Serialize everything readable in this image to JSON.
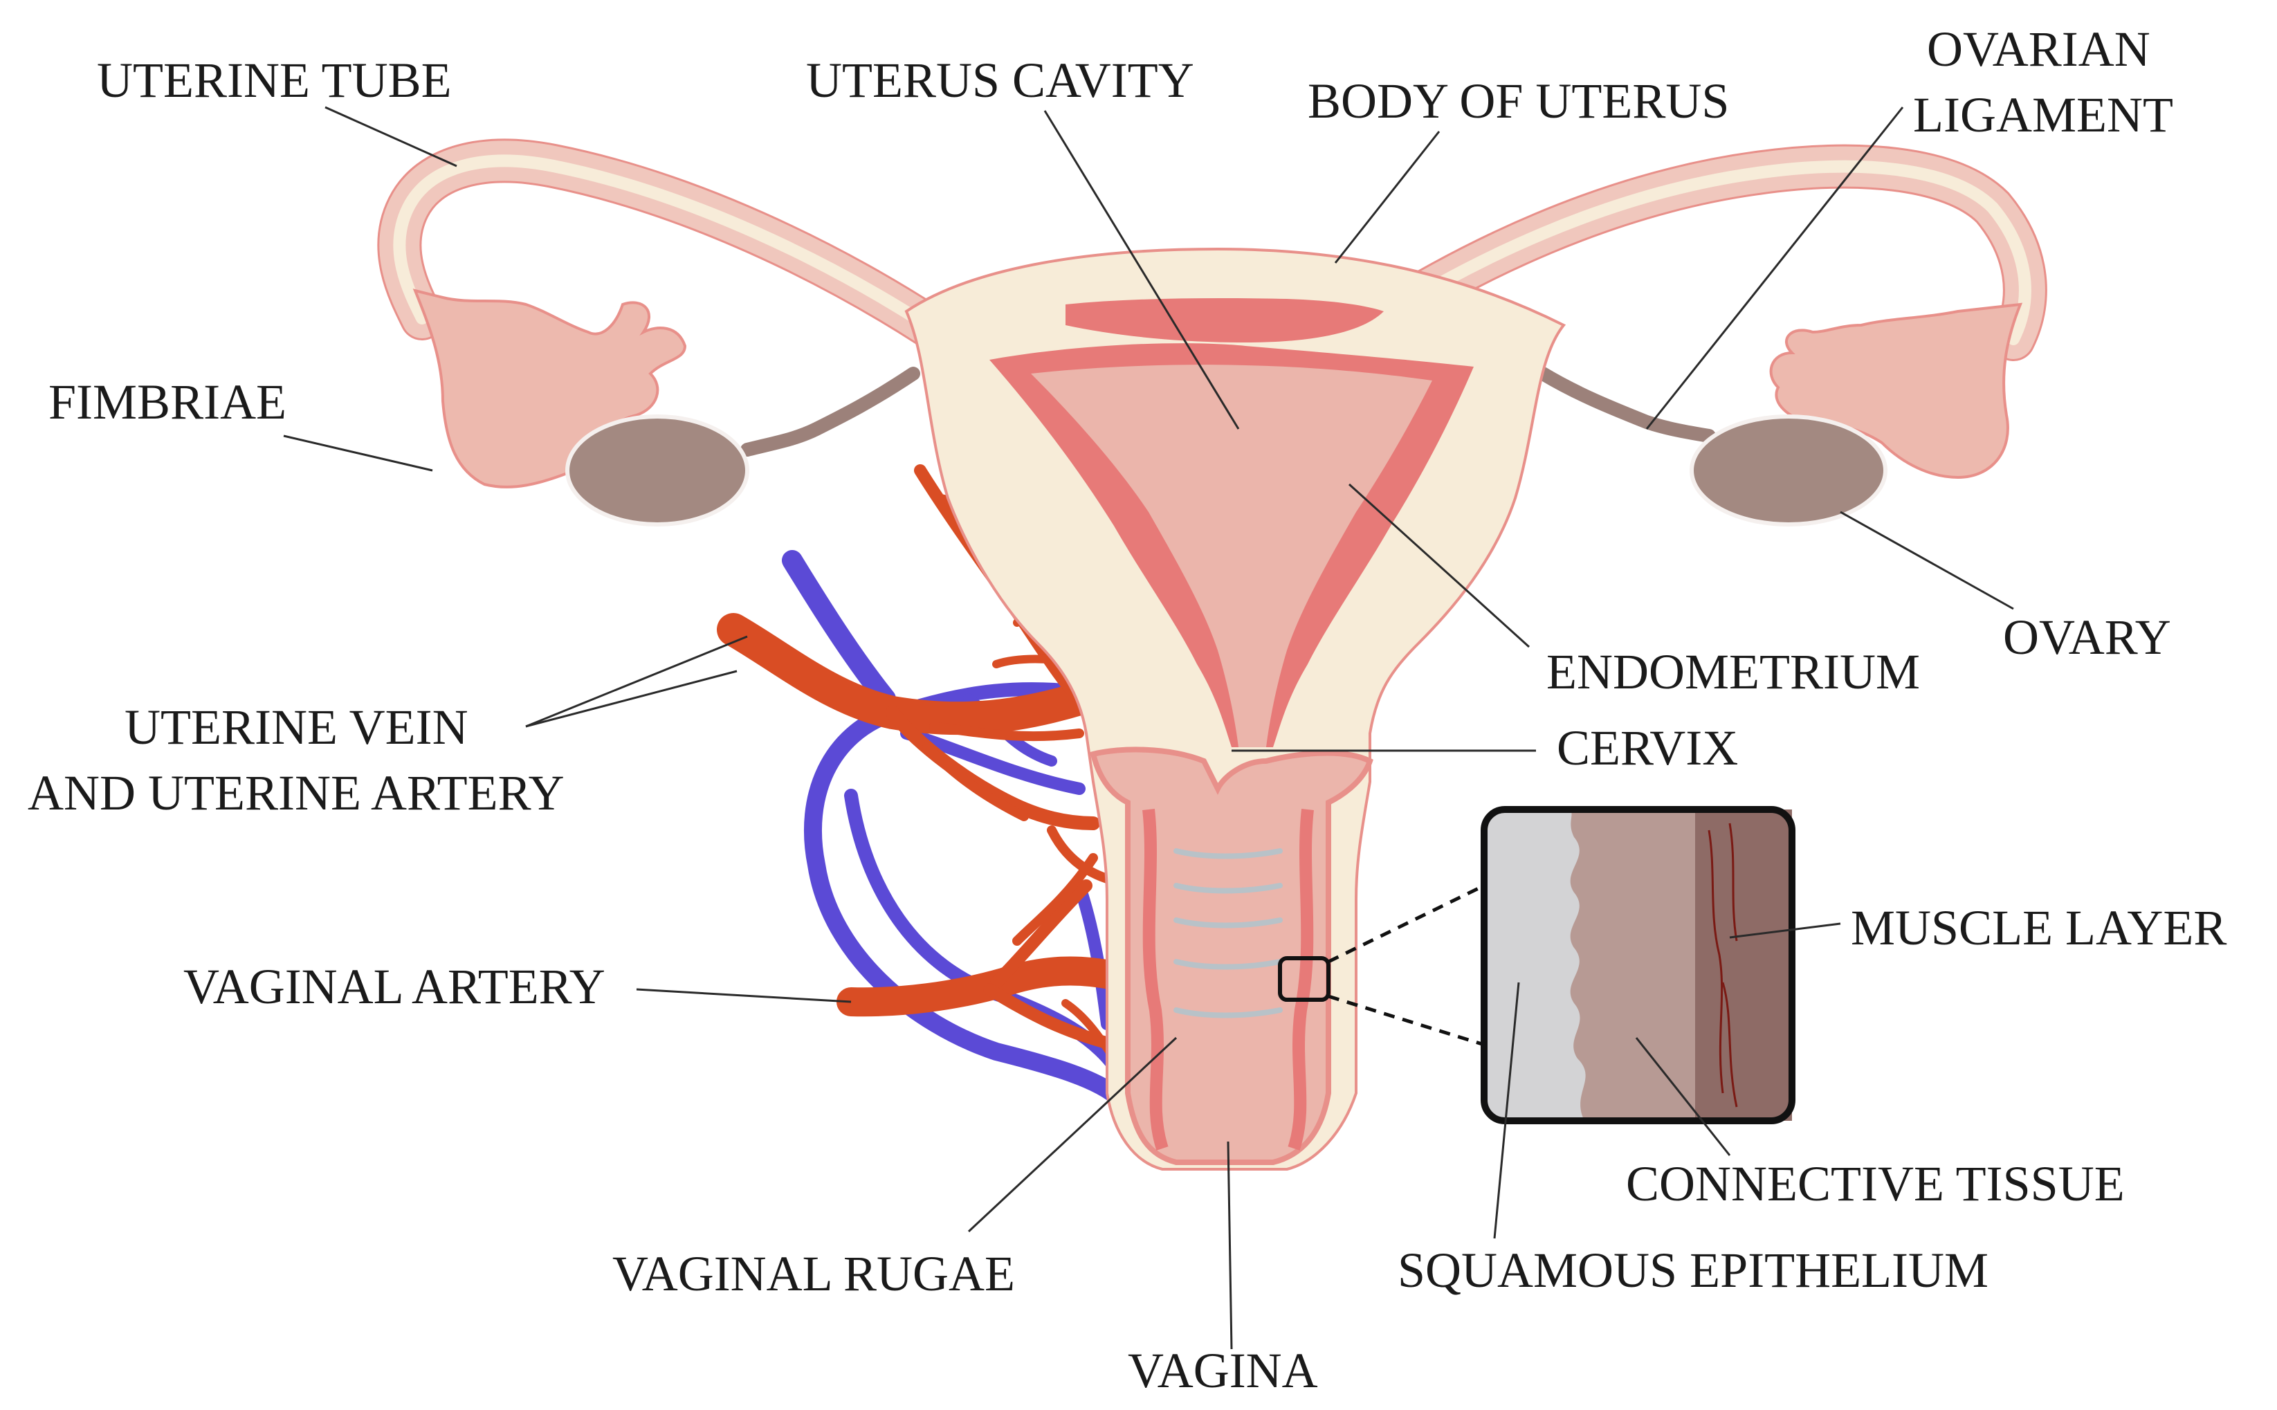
{
  "labels": {
    "uterine_tube": "UTERINE TUBE",
    "uterus_cavity": "UTERUS CAVITY",
    "body_of_uterus": "BODY OF UTERUS",
    "ovarian_ligament_1": "OVARIAN",
    "ovarian_ligament_2": "LIGAMENT",
    "fimbriae": "FIMBRIAE",
    "ovary": "OVARY",
    "endometrium": "ENDOMETRIUM",
    "uterine_vessels_1": "UTERINE VEIN",
    "uterine_vessels_2": "AND UTERINE ARTERY",
    "cervix": "CERVIX",
    "muscle_layer": "MUSCLE LAYER",
    "vaginal_artery": "VAGINAL ARTERY",
    "connective_tissue": "CONNECTIVE TISSUE",
    "vaginal_rugae": "VAGINAL RUGAE",
    "squamous_epithelium": "SQUAMOUS EPITHELIUM",
    "vagina": "VAGINA"
  },
  "colors": {
    "outline": "#e8908a",
    "tube_outer": "#f0c7bd",
    "tube_inner": "#f7ecd9",
    "body_fill": "#f7ecd8",
    "endometrium": "#e77a78",
    "cavity": "#ebb5ab",
    "ovary": "#a38981",
    "fimbriae": "#edb9ae",
    "artery": "#d94d24",
    "vein": "#5b4ad6",
    "epithelium": "#d3d3d5",
    "connective": "#b79a94",
    "muscle": "#8e6b66",
    "rugae": "#b8c2c8"
  }
}
